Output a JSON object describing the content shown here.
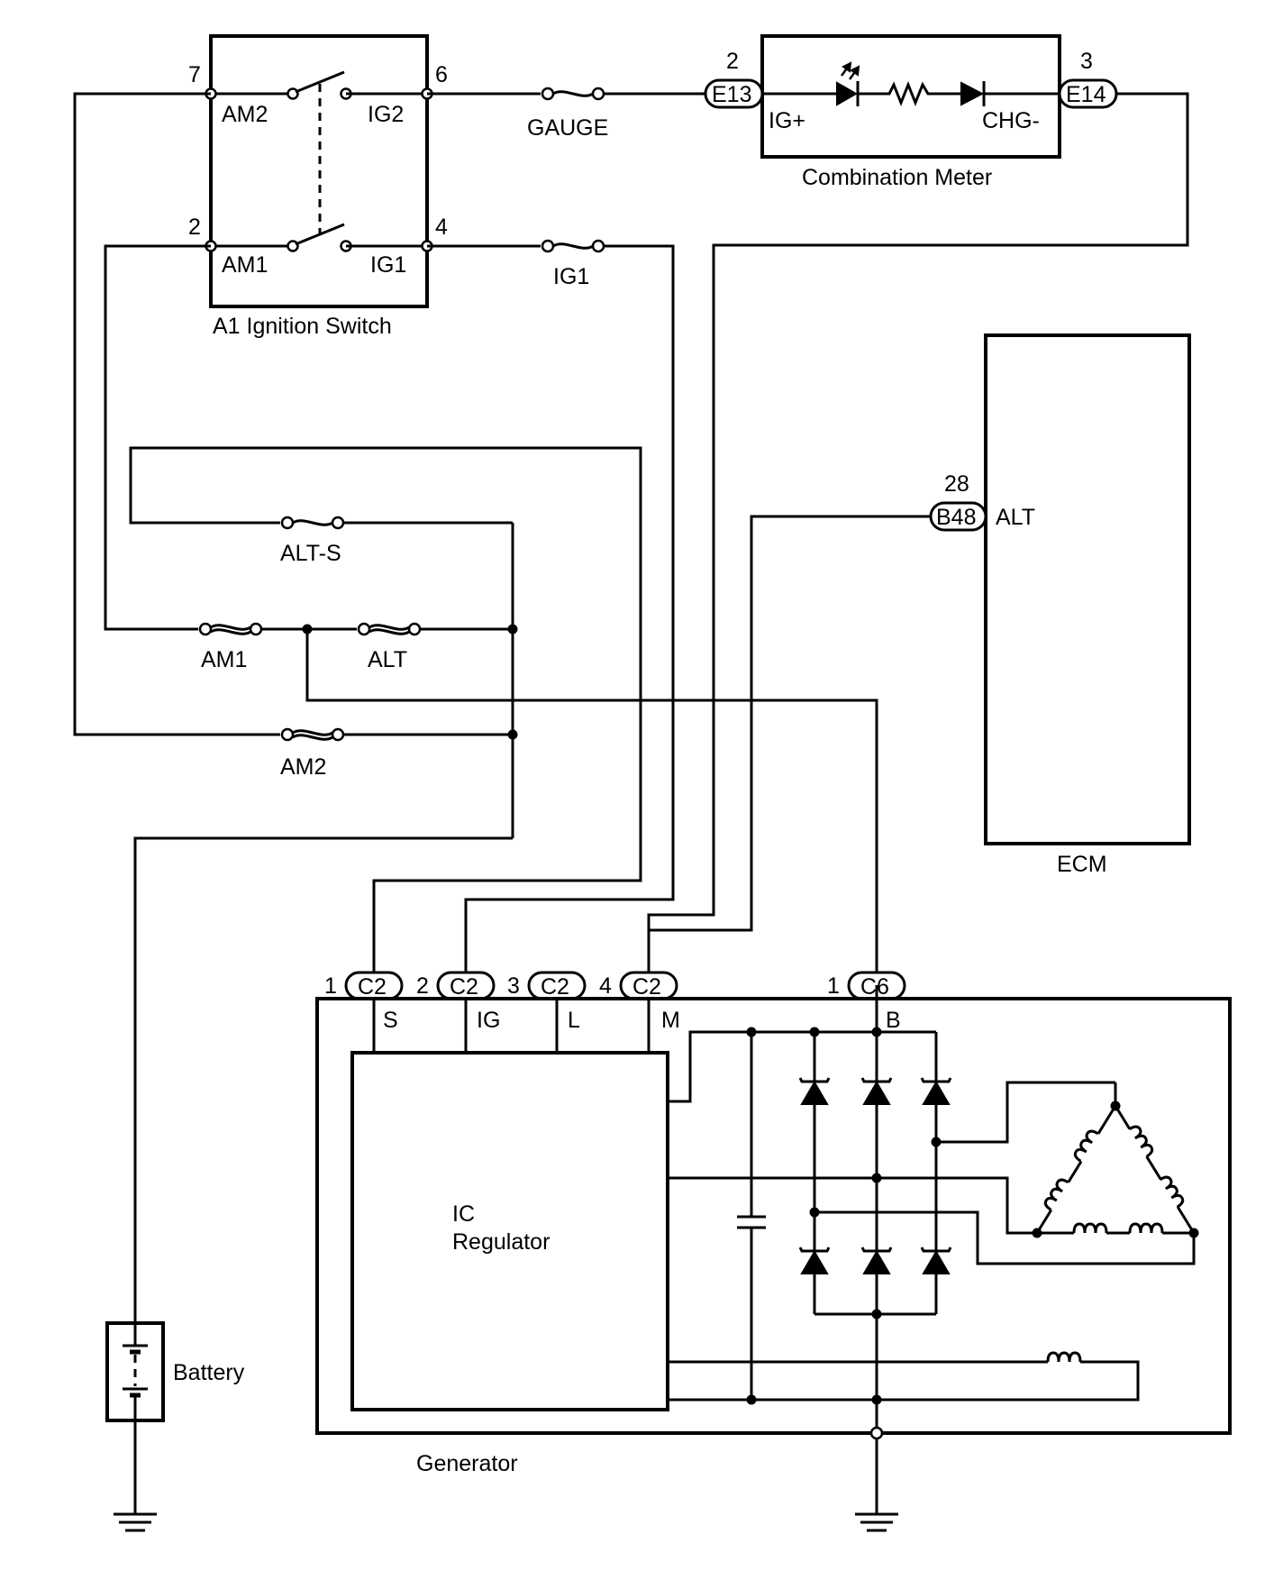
{
  "components": {
    "ignition_switch": "A1 Ignition Switch",
    "combination_meter": "Combination Meter",
    "ecm": "ECM",
    "generator": "Generator",
    "ic_regulator_line1": "IC",
    "ic_regulator_line2": "Regulator",
    "battery": "Battery"
  },
  "ignition_switch": {
    "pin_am2": "7",
    "label_am2": "AM2",
    "pin_ig2": "6",
    "label_ig2": "IG2",
    "pin_am1": "2",
    "label_am1": "AM1",
    "pin_ig1": "4",
    "label_ig1": "IG1"
  },
  "fuses": {
    "gauge": "GAUGE",
    "ig1": "IG1",
    "alt_s": "ALT-S",
    "am1": "AM1",
    "alt": "ALT",
    "am2": "AM2"
  },
  "meter": {
    "conn_left": "E13",
    "pin_left": "2",
    "label_left": "IG+",
    "conn_right": "E14",
    "pin_right": "3",
    "label_right": "CHG-"
  },
  "ecm_pin": {
    "conn": "B48",
    "pin": "28",
    "label": "ALT"
  },
  "generator_connectors": [
    {
      "pin": "1",
      "conn": "C2",
      "label": "S"
    },
    {
      "pin": "2",
      "conn": "C2",
      "label": "IG"
    },
    {
      "pin": "3",
      "conn": "C2",
      "label": "L"
    },
    {
      "pin": "4",
      "conn": "C2",
      "label": "M"
    },
    {
      "pin": "1",
      "conn": "C6",
      "label": "B"
    }
  ]
}
